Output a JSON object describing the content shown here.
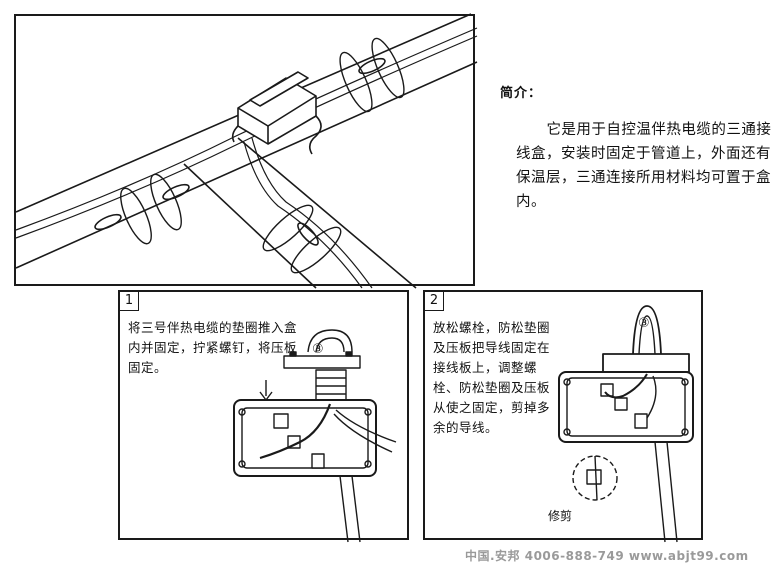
{
  "intro": {
    "title": "简介：",
    "body": "它是用于自控温伴热电缆的三通接线盒，安装时固定于管道上，外面还有保温层，三通连接所用材料均可置于盒内。"
  },
  "steps": [
    {
      "number": "1",
      "text": "将三号伴热电缆的垫圈推入盒内并固定，拧紧螺钉，将压板固定。",
      "callout": "③"
    },
    {
      "number": "2",
      "text": "放松螺栓，防松垫圈及压板把导线固定在接线板上，调整螺栓、防松垫圈及压板从使之固定，剪掉多余的导线。",
      "callout": "③"
    }
  ],
  "trim_label": "修剪",
  "watermark": "中国.安邦 4006-888-749 www.abjt99.com",
  "colors": {
    "line": "#1a1a1a",
    "watermark": "#9a9a9a"
  }
}
